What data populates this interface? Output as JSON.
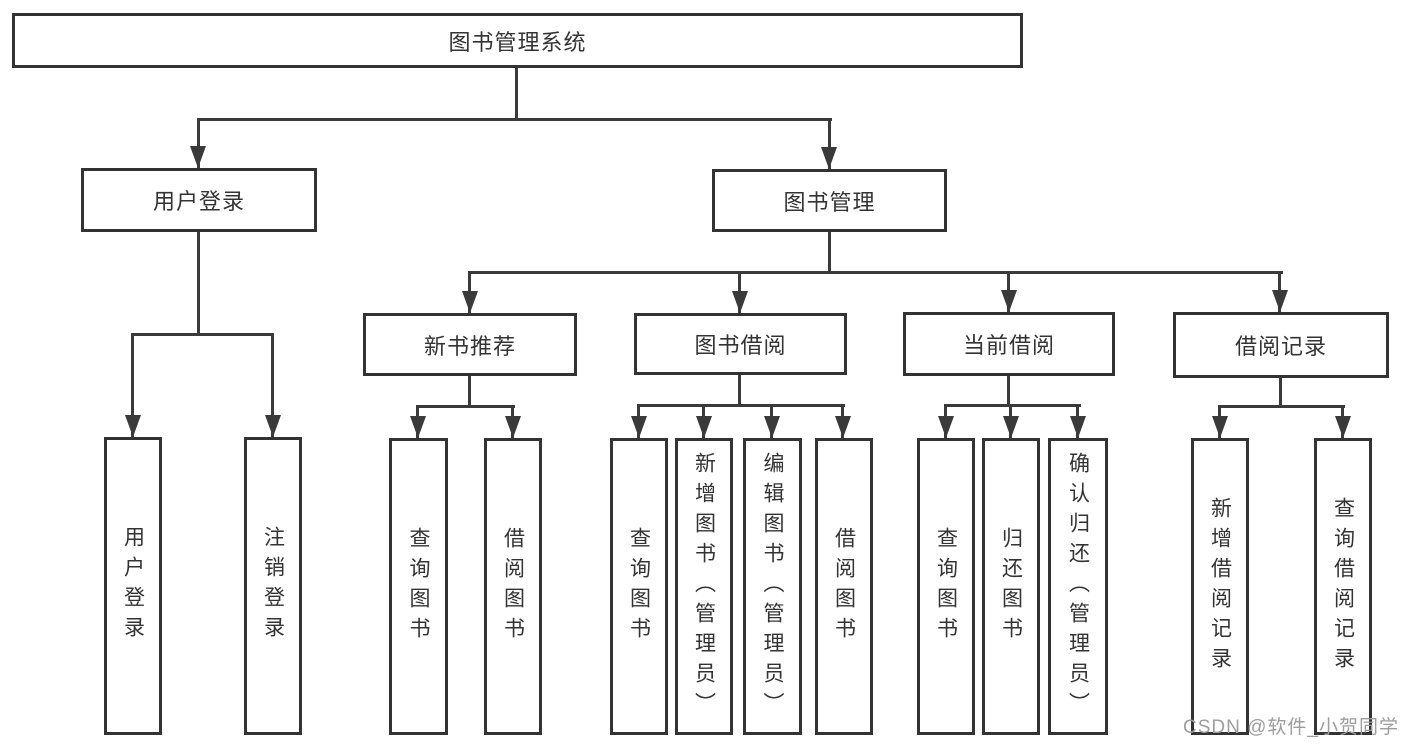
{
  "tree": {
    "root": {
      "label": "图书管理系统"
    },
    "branches": [
      {
        "label": "用户登录",
        "leaves": [
          {
            "label": "用户登录"
          },
          {
            "label": "注销登录"
          }
        ]
      },
      {
        "label": "图书管理",
        "sections": [
          {
            "label": "新书推荐",
            "leaves": [
              {
                "label": "查询图书"
              },
              {
                "label": "借阅图书"
              }
            ]
          },
          {
            "label": "图书借阅",
            "leaves": [
              {
                "label": "查询图书"
              },
              {
                "label": "新增图书（管理员）"
              },
              {
                "label": "编辑图书（管理员）"
              },
              {
                "label": "借阅图书"
              }
            ]
          },
          {
            "label": "当前借阅",
            "leaves": [
              {
                "label": "查询图书"
              },
              {
                "label": "归还图书"
              },
              {
                "label": "确认归还（管理员）"
              }
            ]
          },
          {
            "label": "借阅记录",
            "leaves": [
              {
                "label": "新增借阅记录"
              },
              {
                "label": "查询借阅记录"
              }
            ]
          }
        ]
      }
    ]
  },
  "watermark": {
    "text": "CSDN @软件_小贺同学"
  },
  "colors": {
    "line": "#3a3a3a",
    "box_border": "#333333",
    "text": "#333333",
    "watermark": "#9d9d9d",
    "background": "#ffffff"
  }
}
